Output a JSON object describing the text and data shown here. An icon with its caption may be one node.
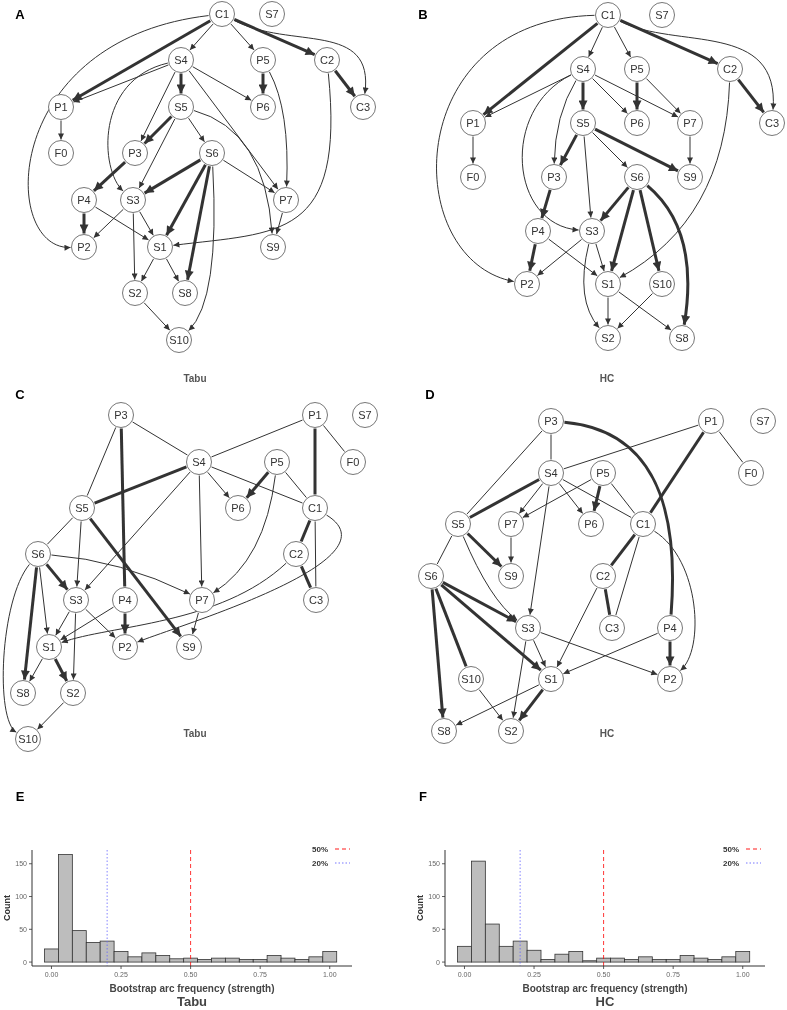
{
  "diagram": {
    "nodes": [
      {
        "text": [
          "C1"
        ]
      },
      {
        "text": [
          "S7"
        ]
      },
      {
        "text": [
          "S4"
        ]
      },
      {
        "text": [
          "P5"
        ]
      },
      {
        "text": [
          "C2"
        ]
      },
      {
        "text": [
          "P1"
        ]
      },
      {
        "text": [
          "S5"
        ]
      },
      {
        "text": [
          "P6"
        ]
      },
      {
        "text": [
          "C3"
        ]
      },
      {
        "text": [
          "F0"
        ]
      },
      {
        "text": [
          "P3"
        ]
      },
      {
        "text": [
          "S6"
        ]
      },
      {
        "text": [
          "P4"
        ]
      },
      {
        "text": [
          "S3"
        ]
      },
      {
        "text": [
          "P7"
        ]
      },
      {
        "text": [
          "P2"
        ]
      },
      {
        "text": [
          "S1"
        ]
      },
      {
        "text": [
          "S9"
        ]
      },
      {
        "text": [
          "S2"
        ]
      },
      {
        "text": [
          "S8"
        ]
      },
      {
        "text": [
          "S10"
        ]
      },
      {
        "text": [
          "C1"
        ]
      },
      {
        "text": [
          "S7"
        ]
      },
      {
        "text": [
          "S4"
        ]
      },
      {
        "text": [
          "P5"
        ]
      },
      {
        "text": [
          "C2"
        ]
      },
      {
        "text": [
          "P1"
        ]
      },
      {
        "text": [
          "S5"
        ]
      },
      {
        "text": [
          "P6"
        ]
      },
      {
        "text": [
          "P7"
        ]
      },
      {
        "text": [
          "C3"
        ]
      },
      {
        "text": [
          "F0"
        ]
      },
      {
        "text": [
          "P3"
        ]
      },
      {
        "text": [
          "S6"
        ]
      },
      {
        "text": [
          "S9"
        ]
      },
      {
        "text": [
          "P4"
        ]
      },
      {
        "text": [
          "S3"
        ]
      },
      {
        "text": [
          "P2"
        ]
      },
      {
        "text": [
          "S1"
        ]
      },
      {
        "text": [
          "S10"
        ]
      },
      {
        "text": [
          "S2"
        ]
      },
      {
        "text": [
          "S8"
        ]
      },
      {
        "text": [
          "P3"
        ]
      },
      {
        "text": [
          "P1"
        ]
      },
      {
        "text": [
          "S7"
        ]
      },
      {
        "text": [
          "S4"
        ]
      },
      {
        "text": [
          "P5"
        ]
      },
      {
        "text": [
          "F0"
        ]
      },
      {
        "text": [
          "S5"
        ]
      },
      {
        "text": [
          "P6"
        ]
      },
      {
        "text": [
          "C1"
        ]
      },
      {
        "text": [
          "S6"
        ]
      },
      {
        "text": [
          "C2"
        ]
      },
      {
        "text": [
          "S3"
        ]
      },
      {
        "text": [
          "P4"
        ]
      },
      {
        "text": [
          "P7"
        ]
      },
      {
        "text": [
          "C3"
        ]
      },
      {
        "text": [
          "S1"
        ]
      },
      {
        "text": [
          "P2"
        ]
      },
      {
        "text": [
          "S9"
        ]
      },
      {
        "text": [
          "S8"
        ]
      },
      {
        "text": [
          "S2"
        ]
      },
      {
        "text": [
          "S10"
        ]
      },
      {
        "text": [
          "P3"
        ]
      },
      {
        "text": [
          "P1"
        ]
      },
      {
        "text": [
          "S7"
        ]
      },
      {
        "text": [
          "S4"
        ]
      },
      {
        "text": [
          "P5"
        ]
      },
      {
        "text": [
          "F0"
        ]
      },
      {
        "text": [
          "S5"
        ]
      },
      {
        "text": [
          "P7"
        ]
      },
      {
        "text": [
          "P6"
        ]
      },
      {
        "text": [
          "C1"
        ]
      },
      {
        "text": [
          "S6"
        ]
      },
      {
        "text": [
          "S9"
        ]
      },
      {
        "text": [
          "C2"
        ]
      },
      {
        "text": [
          "S3"
        ]
      },
      {
        "text": [
          "C3"
        ]
      },
      {
        "text": [
          "P4"
        ]
      },
      {
        "text": [
          "S10"
        ]
      },
      {
        "text": [
          "S1"
        ]
      },
      {
        "text": [
          "P2"
        ]
      },
      {
        "text": [
          "S8"
        ]
      },
      {
        "text": [
          "S2"
        ]
      }
    ],
    "edges": [
      {
        "from": 0,
        "to": 2,
        "arrow": "to"
      },
      {
        "from": 0,
        "to": 3,
        "arrow": "to"
      },
      {
        "from": 0,
        "to": 4,
        "arrow": "to",
        "style": "thick"
      },
      {
        "from": 0,
        "to": 8,
        "arrow": "to"
      },
      {
        "from": 0,
        "to": 5,
        "arrow": "to",
        "style": "thick"
      },
      {
        "from": 0,
        "to": 15,
        "arrow": "to"
      },
      {
        "from": 2,
        "to": 5,
        "arrow": "to"
      },
      {
        "from": 2,
        "to": 6,
        "arrow": "to",
        "style": "thick"
      },
      {
        "from": 2,
        "to": 7,
        "arrow": "to"
      },
      {
        "from": 2,
        "to": 10,
        "arrow": "to"
      },
      {
        "from": 2,
        "to": 13,
        "arrow": "to"
      },
      {
        "from": 2,
        "to": 14,
        "arrow": "to"
      },
      {
        "from": 3,
        "to": 7,
        "arrow": "to",
        "style": "thick"
      },
      {
        "from": 3,
        "to": 14,
        "arrow": "to"
      },
      {
        "from": 4,
        "to": 8,
        "arrow": "to",
        "style": "thick"
      },
      {
        "from": 4,
        "to": 16,
        "arrow": "to"
      },
      {
        "from": 5,
        "to": 9,
        "arrow": "to"
      },
      {
        "from": 6,
        "to": 10,
        "arrow": "to",
        "style": "thick"
      },
      {
        "from": 6,
        "to": 11,
        "arrow": "to"
      },
      {
        "from": 6,
        "to": 13,
        "arrow": "to"
      },
      {
        "from": 6,
        "to": 17,
        "arrow": "to"
      },
      {
        "from": 10,
        "to": 12,
        "arrow": "to",
        "style": "thick"
      },
      {
        "from": 11,
        "to": 13,
        "arrow": "to",
        "style": "thick"
      },
      {
        "from": 11,
        "to": 16,
        "arrow": "to",
        "style": "thick"
      },
      {
        "from": 11,
        "to": 19,
        "arrow": "to",
        "style": "thick"
      },
      {
        "from": 11,
        "to": 20,
        "arrow": "to"
      },
      {
        "from": 11,
        "to": 14,
        "arrow": "to"
      },
      {
        "from": 12,
        "to": 15,
        "arrow": "to",
        "style": "thick"
      },
      {
        "from": 12,
        "to": 16,
        "arrow": "to"
      },
      {
        "from": 13,
        "to": 15,
        "arrow": "to"
      },
      {
        "from": 13,
        "to": 16,
        "arrow": "to"
      },
      {
        "from": 13,
        "to": 18,
        "arrow": "to"
      },
      {
        "from": 14,
        "to": 17,
        "arrow": "to"
      },
      {
        "from": 16,
        "to": 18,
        "arrow": "to"
      },
      {
        "from": 16,
        "to": 19,
        "arrow": "to"
      },
      {
        "from": 18,
        "to": 20,
        "arrow": "to"
      },
      {
        "from": 21,
        "to": 23,
        "arrow": "to"
      },
      {
        "from": 21,
        "to": 24,
        "arrow": "to"
      },
      {
        "from": 21,
        "to": 25,
        "arrow": "to",
        "style": "thick"
      },
      {
        "from": 21,
        "to": 30,
        "arrow": "to"
      },
      {
        "from": 21,
        "to": 26,
        "arrow": "to",
        "style": "thick"
      },
      {
        "from": 21,
        "to": 37,
        "arrow": "to"
      },
      {
        "from": 23,
        "to": 26,
        "arrow": "to"
      },
      {
        "from": 23,
        "to": 27,
        "arrow": "to",
        "style": "thick"
      },
      {
        "from": 23,
        "to": 28,
        "arrow": "to"
      },
      {
        "from": 23,
        "to": 29,
        "arrow": "to"
      },
      {
        "from": 23,
        "to": 32,
        "arrow": "to"
      },
      {
        "from": 23,
        "to": 36,
        "arrow": "to"
      },
      {
        "from": 24,
        "to": 28,
        "arrow": "to",
        "style": "thick"
      },
      {
        "from": 24,
        "to": 29,
        "arrow": "to"
      },
      {
        "from": 25,
        "to": 30,
        "arrow": "to",
        "style": "thick"
      },
      {
        "from": 25,
        "to": 38,
        "arrow": "to"
      },
      {
        "from": 26,
        "to": 31,
        "arrow": "to"
      },
      {
        "from": 27,
        "to": 32,
        "arrow": "to",
        "style": "thick"
      },
      {
        "from": 27,
        "to": 33,
        "arrow": "to"
      },
      {
        "from": 27,
        "to": 34,
        "arrow": "to",
        "style": "thick"
      },
      {
        "from": 27,
        "to": 36,
        "arrow": "to"
      },
      {
        "from": 29,
        "to": 34,
        "arrow": "to"
      },
      {
        "from": 32,
        "to": 35,
        "arrow": "to",
        "style": "thick"
      },
      {
        "from": 33,
        "to": 36,
        "arrow": "to",
        "style": "thick"
      },
      {
        "from": 33,
        "to": 38,
        "arrow": "to",
        "style": "thick"
      },
      {
        "from": 33,
        "to": 39,
        "arrow": "to",
        "style": "thick"
      },
      {
        "from": 33,
        "to": 41,
        "arrow": "to",
        "style": "thick"
      },
      {
        "from": 35,
        "to": 37,
        "arrow": "to",
        "style": "thick"
      },
      {
        "from": 35,
        "to": 38,
        "arrow": "to"
      },
      {
        "from": 36,
        "to": 37,
        "arrow": "to"
      },
      {
        "from": 36,
        "to": 38,
        "arrow": "to"
      },
      {
        "from": 36,
        "to": 40,
        "arrow": "to"
      },
      {
        "from": 38,
        "to": 40,
        "arrow": "to"
      },
      {
        "from": 38,
        "to": 41,
        "arrow": "to"
      },
      {
        "from": 39,
        "to": 40,
        "arrow": "to"
      },
      {
        "from": 42,
        "to": 45,
        "arrow": "none"
      },
      {
        "from": 42,
        "to": 48,
        "arrow": "none"
      },
      {
        "from": 42,
        "to": 54,
        "arrow": "none",
        "style": "thick"
      },
      {
        "from": 43,
        "to": 45,
        "arrow": "none"
      },
      {
        "from": 43,
        "to": 50,
        "arrow": "none",
        "style": "thick"
      },
      {
        "from": 43,
        "to": 47,
        "arrow": "none"
      },
      {
        "from": 45,
        "to": 48,
        "arrow": "none",
        "style": "thick"
      },
      {
        "from": 45,
        "to": 49,
        "arrow": "to"
      },
      {
        "from": 45,
        "to": 50,
        "arrow": "none"
      },
      {
        "from": 45,
        "to": 53,
        "arrow": "to"
      },
      {
        "from": 45,
        "to": 55,
        "arrow": "to"
      },
      {
        "from": 46,
        "to": 49,
        "arrow": "to",
        "style": "thick"
      },
      {
        "from": 46,
        "to": 50,
        "arrow": "none"
      },
      {
        "from": 46,
        "to": 55,
        "arrow": "to"
      },
      {
        "from": 48,
        "to": 51,
        "arrow": "none"
      },
      {
        "from": 48,
        "to": 53,
        "arrow": "to"
      },
      {
        "from": 48,
        "to": 59,
        "arrow": "to",
        "style": "thick"
      },
      {
        "from": 50,
        "to": 52,
        "arrow": "none",
        "style": "thick"
      },
      {
        "from": 50,
        "to": 56,
        "arrow": "none"
      },
      {
        "from": 50,
        "to": 58,
        "arrow": "to"
      },
      {
        "from": 52,
        "to": 57,
        "arrow": "to"
      },
      {
        "from": 52,
        "to": 56,
        "arrow": "none",
        "style": "thick"
      },
      {
        "from": 51,
        "to": 53,
        "arrow": "to",
        "style": "thick"
      },
      {
        "from": 51,
        "to": 57,
        "arrow": "to"
      },
      {
        "from": 51,
        "to": 60,
        "arrow": "to",
        "style": "thick"
      },
      {
        "from": 51,
        "to": 62,
        "arrow": "to"
      },
      {
        "from": 51,
        "to": 55,
        "arrow": "to"
      },
      {
        "from": 53,
        "to": 57,
        "arrow": "to"
      },
      {
        "from": 53,
        "to": 58,
        "arrow": "to"
      },
      {
        "from": 53,
        "to": 61,
        "arrow": "to"
      },
      {
        "from": 54,
        "to": 58,
        "arrow": "to",
        "style": "thick"
      },
      {
        "from": 54,
        "to": 57,
        "arrow": "to"
      },
      {
        "from": 55,
        "to": 59,
        "arrow": "to"
      },
      {
        "from": 57,
        "to": 60,
        "arrow": "to"
      },
      {
        "from": 57,
        "to": 61,
        "arrow": "to",
        "style": "thick"
      },
      {
        "from": 61,
        "to": 62,
        "arrow": "to"
      },
      {
        "from": 63,
        "to": 66,
        "arrow": "none"
      },
      {
        "from": 63,
        "to": 69,
        "arrow": "none"
      },
      {
        "from": 63,
        "to": 78,
        "arrow": "none",
        "style": "thick"
      },
      {
        "from": 64,
        "to": 66,
        "arrow": "none"
      },
      {
        "from": 64,
        "to": 72,
        "arrow": "none",
        "style": "thick"
      },
      {
        "from": 64,
        "to": 68,
        "arrow": "none"
      },
      {
        "from": 66,
        "to": 69,
        "arrow": "none",
        "style": "thick"
      },
      {
        "from": 66,
        "to": 70,
        "arrow": "to"
      },
      {
        "from": 66,
        "to": 71,
        "arrow": "to"
      },
      {
        "from": 66,
        "to": 72,
        "arrow": "none"
      },
      {
        "from": 66,
        "to": 76,
        "arrow": "to"
      },
      {
        "from": 67,
        "to": 70,
        "arrow": "to"
      },
      {
        "from": 67,
        "to": 71,
        "arrow": "to",
        "style": "thick"
      },
      {
        "from": 67,
        "to": 72,
        "arrow": "none"
      },
      {
        "from": 69,
        "to": 73,
        "arrow": "none"
      },
      {
        "from": 69,
        "to": 74,
        "arrow": "to",
        "style": "thick"
      },
      {
        "from": 69,
        "to": 76,
        "arrow": "to"
      },
      {
        "from": 70,
        "to": 74,
        "arrow": "to"
      },
      {
        "from": 72,
        "to": 75,
        "arrow": "none",
        "style": "thick"
      },
      {
        "from": 72,
        "to": 77,
        "arrow": "none"
      },
      {
        "from": 72,
        "to": 81,
        "arrow": "to"
      },
      {
        "from": 73,
        "to": 76,
        "arrow": "to",
        "style": "thick"
      },
      {
        "from": 73,
        "to": 80,
        "arrow": "to",
        "style": "thick"
      },
      {
        "from": 73,
        "to": 79,
        "arrow": "none",
        "style": "thick"
      },
      {
        "from": 73,
        "to": 82,
        "arrow": "to",
        "style": "thick"
      },
      {
        "from": 75,
        "to": 80,
        "arrow": "to"
      },
      {
        "from": 75,
        "to": 77,
        "arrow": "none",
        "style": "thick"
      },
      {
        "from": 76,
        "to": 80,
        "arrow": "to"
      },
      {
        "from": 76,
        "to": 83,
        "arrow": "to"
      },
      {
        "from": 76,
        "to": 81,
        "arrow": "to"
      },
      {
        "from": 78,
        "to": 81,
        "arrow": "to",
        "style": "thick"
      },
      {
        "from": 78,
        "to": 80,
        "arrow": "to"
      },
      {
        "from": 79,
        "to": 83,
        "arrow": "to"
      },
      {
        "from": 80,
        "to": 83,
        "arrow": "to",
        "style": "thick"
      },
      {
        "from": 80,
        "to": 82,
        "arrow": "to"
      }
    ],
    "labels": [
      "A",
      "B",
      "Tabu",
      "HC",
      "C",
      "D",
      "Tabu",
      "HC",
      "E",
      "F"
    ],
    "legend": [
      {
        "text": "50%"
      },
      {
        "text": "20%"
      },
      {
        "text": "50%"
      },
      {
        "text": "20%"
      }
    ],
    "chart_data": [
      {
        "type": "bar",
        "title": "Tabu",
        "xlabel": "Bootstrap arc frequency (strength)",
        "ylabel": "Count",
        "x": [
          0,
          0.05,
          0.1,
          0.15,
          0.2,
          0.25,
          0.3,
          0.35,
          0.4,
          0.45,
          0.5,
          0.55,
          0.6,
          0.65,
          0.7,
          0.75,
          0.8,
          0.85,
          0.9,
          0.95,
          1
        ],
        "values": [
          20,
          164,
          48,
          30,
          32,
          16,
          8,
          14,
          10,
          5,
          6,
          4,
          6,
          6,
          4,
          4,
          10,
          6,
          4,
          8,
          16
        ],
        "xticks": [
          {
            "value": 0,
            "label": "0.00"
          },
          {
            "value": 0.25,
            "label": "0.25"
          },
          {
            "value": 0.5,
            "label": "0.50"
          },
          {
            "value": 0.75,
            "label": "0.75"
          },
          {
            "value": 1,
            "label": "1.00"
          }
        ],
        "yticks": [
          0,
          50,
          100,
          150
        ],
        "xlim": [
          -0.07,
          1.08
        ],
        "ylim": [
          -6,
          171
        ],
        "ref_lines": [
          {
            "axis": "x",
            "value": 0.5,
            "color": "#ff0000"
          },
          {
            "axis": "x",
            "value": 0.2,
            "color": "#6666ff"
          }
        ]
      },
      {
        "type": "bar",
        "title": "HC",
        "xlabel": "Bootstrap arc frequency (strength)",
        "ylabel": "Count",
        "x": [
          0,
          0.05,
          0.1,
          0.15,
          0.2,
          0.25,
          0.3,
          0.35,
          0.4,
          0.45,
          0.5,
          0.55,
          0.6,
          0.65,
          0.7,
          0.75,
          0.8,
          0.85,
          0.9,
          0.95,
          1
        ],
        "values": [
          24,
          154,
          58,
          24,
          32,
          18,
          4,
          12,
          16,
          2,
          6,
          6,
          4,
          8,
          4,
          4,
          10,
          6,
          4,
          8,
          16
        ],
        "xticks": [
          {
            "value": 0,
            "label": "0.00"
          },
          {
            "value": 0.25,
            "label": "0.25"
          },
          {
            "value": 0.5,
            "label": "0.50"
          },
          {
            "value": 0.75,
            "label": "0.75"
          },
          {
            "value": 1,
            "label": "1.00"
          }
        ],
        "yticks": [
          0,
          50,
          100,
          150
        ],
        "xlim": [
          -0.07,
          1.08
        ],
        "ylim": [
          -6,
          171
        ],
        "ref_lines": [
          {
            "axis": "x",
            "value": 0.5,
            "color": "#ff0000"
          },
          {
            "axis": "x",
            "value": 0.2,
            "color": "#6666ff"
          }
        ]
      }
    ]
  }
}
